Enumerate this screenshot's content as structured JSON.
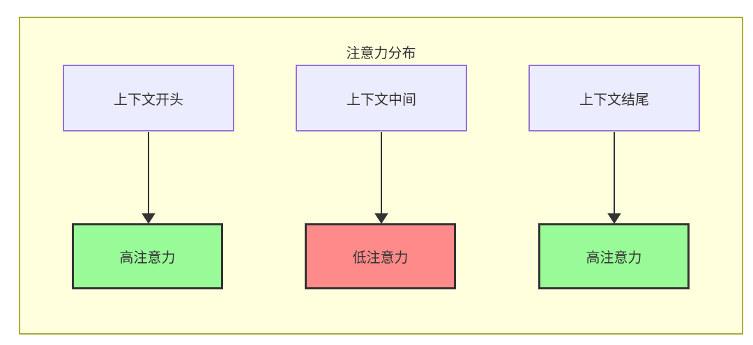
{
  "diagram": {
    "title": "注意力分布",
    "top_nodes": [
      {
        "id": "context-start",
        "label": "上下文开头"
      },
      {
        "id": "context-middle",
        "label": "上下文中间"
      },
      {
        "id": "context-end",
        "label": "上下文结尾"
      }
    ],
    "bottom_nodes": [
      {
        "id": "attention-start",
        "label": "高注意力",
        "level": "high"
      },
      {
        "id": "attention-middle",
        "label": "低注意力",
        "level": "low"
      },
      {
        "id": "attention-end",
        "label": "高注意力",
        "level": "high"
      }
    ],
    "edges": [
      {
        "from": "context-start",
        "to": "attention-start"
      },
      {
        "from": "context-middle",
        "to": "attention-middle"
      },
      {
        "from": "context-end",
        "to": "attention-end"
      }
    ],
    "colors": {
      "container_bg": "#FFFFDE",
      "container_border": "#AAAA33",
      "node_bg": "#ECECFF",
      "node_border": "#9370DB",
      "high_bg": "#98FB98",
      "low_bg": "#FF8A8A",
      "strong_border": "#333333",
      "arrow": "#333333",
      "text": "#333333"
    }
  }
}
